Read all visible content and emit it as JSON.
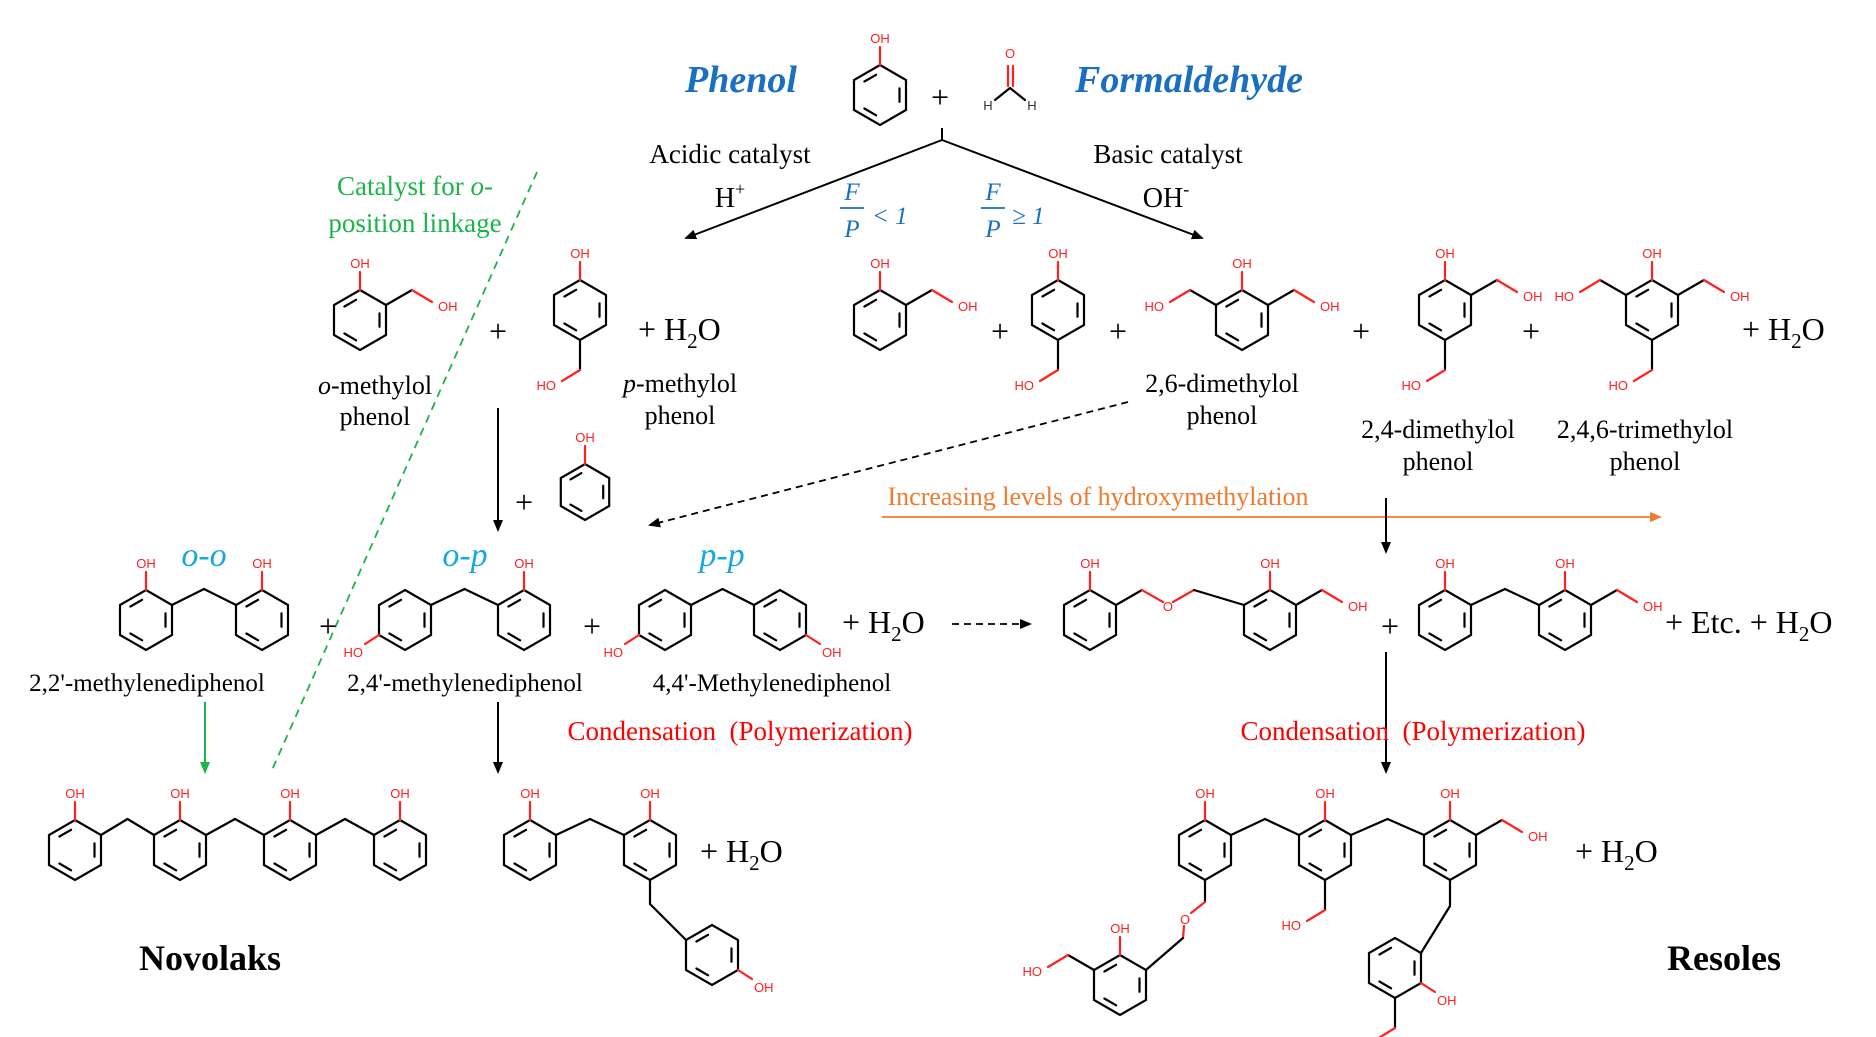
{
  "header": {
    "phenol": "Phenol",
    "plus": "+",
    "formaldehyde": "Formaldehyde"
  },
  "conditions": {
    "acidic_catalyst": "Acidic catalyst",
    "acidic_ion": "H",
    "acidic_ion_charge": "+",
    "basic_catalyst": "Basic catalyst",
    "basic_ion": "OH",
    "basic_ion_charge": "-",
    "ratio_numerator": "F",
    "ratio_denominator": "P",
    "ratio_acid_sign": "< 1",
    "ratio_base_sign": "≥ 1"
  },
  "catalyst_note": {
    "line1_prefix": "Catalyst for ",
    "line1_italic": "o",
    "line1_suffix": "-",
    "line2": "position linkage"
  },
  "acid_products": {
    "o_methylol_1_italic": "o",
    "o_methylol_1_rest": "-methylol",
    "o_methylol_2": "phenol",
    "p_methylol_1_italic": "p",
    "p_methylol_1_rest": "-methylol",
    "p_methylol_2": "phenol",
    "water": "+ H",
    "water_sub": "2",
    "water_end": "O",
    "plus": "+"
  },
  "base_products": {
    "dimethylol26_1": "2,6-dimethylol",
    "dimethylol26_2": "phenol",
    "dimethylol24_1": "2,4-dimethylol",
    "dimethylol24_2": "phenol",
    "trimethylol_1": "2,4,6-trimethylol",
    "trimethylol_2": "phenol",
    "plus": "+",
    "water": "+ H",
    "water_sub": "2",
    "water_end": "O"
  },
  "hydroxymethylation_label": "Increasing levels of hydroxymethylation",
  "dimers": {
    "oo": "o-o",
    "op": "o-p",
    "pp": "p-p",
    "name_22": "2,2'-methylenediphenol",
    "name_24": "2,4'-methylenediphenol",
    "name_44": "4,4'-Methylenediphenol",
    "plus": "+",
    "water": "+ H",
    "water_sub": "2",
    "water_end": "O",
    "plus_phenol": "+"
  },
  "resole_intermediates": {
    "plus": "+",
    "etc": "+ Etc. + H",
    "water_sub": "2",
    "water_end": "O"
  },
  "condensation": {
    "left": "Condensation  (Polymerization)",
    "right": "Condensation  (Polymerization)"
  },
  "polymers": {
    "novolaks": "Novolaks",
    "resoles": "Resoles",
    "water_left": "+ H",
    "water_left_sub": "2",
    "water_left_end": "O",
    "water_right": "+ H",
    "water_right_sub": "2",
    "water_right_end": "O"
  },
  "atoms": {
    "oh": "OH",
    "ho": "HO",
    "o": "O",
    "h": "H"
  },
  "colors": {
    "title_blue": "#1a6fc0",
    "light_blue": "#19a7e0",
    "green": "#1bb34a",
    "orange": "#f07b2e",
    "red": "#ff0000",
    "oh_red": "#ff2020",
    "black": "#000000"
  }
}
